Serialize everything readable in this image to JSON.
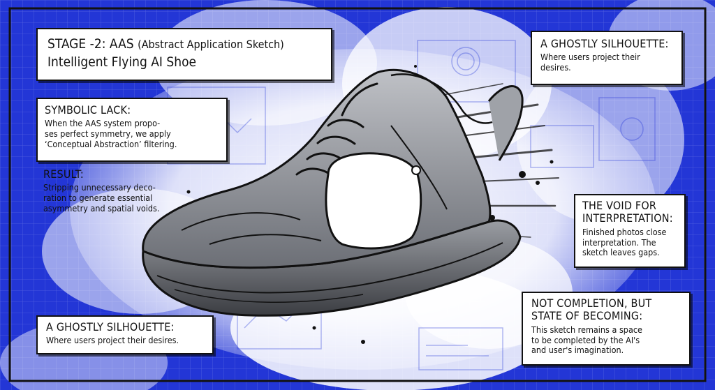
{
  "title": {
    "stage": "STAGE -2: AAS",
    "stage_paren": "(Abstract Application Sketch)",
    "subtitle": "Intelligent Flying AI Shoe"
  },
  "symbolic_lack": {
    "heading": "SYMBOLIC LACK:",
    "lines": [
      "When the AAS system propo-",
      "ses perfect symmetry, we apply",
      "‘Conceptual Abstraction’ filtering."
    ]
  },
  "result": {
    "heading": "RESULT:",
    "lines": [
      "Stripping unnecessary deco-",
      "ration to generate essential",
      "asymmetry and spatial voids."
    ]
  },
  "ghost_top": {
    "heading": "A GHOSTLY SILHOUETTE:",
    "lines": [
      "Where users project their",
      "desires."
    ]
  },
  "void": {
    "heading_lines": [
      "THE VOID FOR",
      "INTERPRETATION:"
    ],
    "lines": [
      "Finished photos close",
      "interpretation. The",
      "sketch leaves gaps."
    ]
  },
  "not_completion": {
    "heading_lines": [
      "NOT COMPLETION, BUT",
      "STATE OF BECOMING:"
    ],
    "lines": [
      "This sketch remains a space",
      "to be completed by the AI's",
      "and user's imagination."
    ]
  },
  "ghost_bottom": {
    "heading": "A GHOSTLY SILHOUETTE:",
    "lines": [
      "Where users project their desires."
    ]
  },
  "colors": {
    "blueprint": "#2336d6",
    "ink": "#111111",
    "paper": "#ffffff"
  }
}
